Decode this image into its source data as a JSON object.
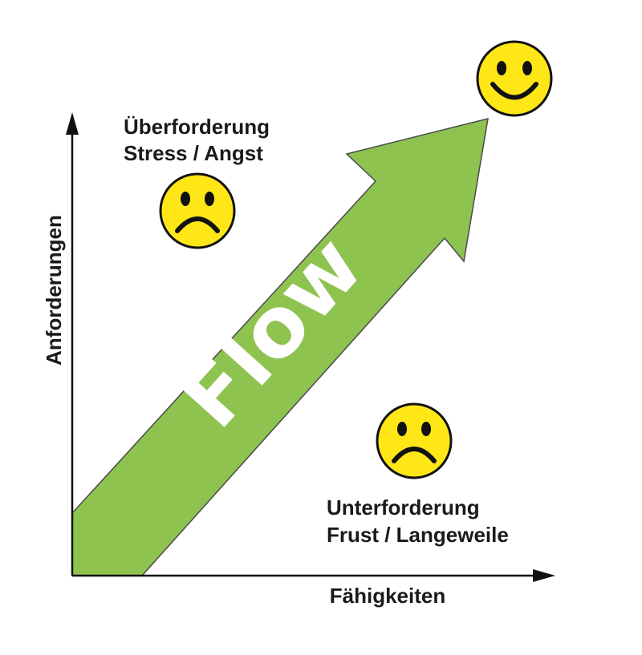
{
  "labels": {
    "y_axis": "Anforderungen",
    "x_axis": "Fähigkeiten",
    "top_left_line1": "Überforderung",
    "top_left_line2": "Stress / Angst",
    "bottom_right_line1": "Unterforderung",
    "bottom_right_line2": "Frust / Langeweile",
    "flow": "Flow"
  },
  "faces": {
    "happy": "happy-face-icon",
    "sad_top": "sad-face-icon",
    "sad_bottom": "sad-face-icon"
  },
  "colors": {
    "arrow_fill": "#8fc350",
    "arrow_stroke": "#4a4a4a",
    "face_fill": "#ffe617",
    "face_stroke": "#111111",
    "axis": "#111111",
    "text": "#1a1a1a",
    "flow_text": "#ffffff"
  }
}
